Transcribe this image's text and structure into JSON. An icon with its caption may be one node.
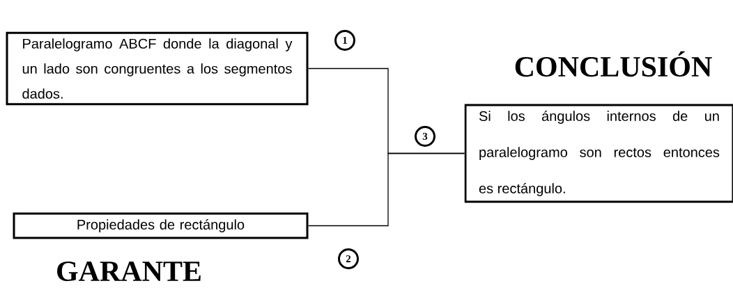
{
  "diagram": {
    "nodes": [
      {
        "text": [
          "Paralelogramo ABCF donde la diagonal y un lado son congruentes a los segmentos dados."
        ]
      },
      {
        "text": [
          "Propiedades de rectángulo",
          "GARANTE"
        ]
      },
      {
        "text": [
          "CONCLUSIÓN",
          "Si los ángulos internos de un paralelogramo son rectos entonces es rectángulo."
        ]
      }
    ],
    "edges": [
      {
        "from": 0,
        "to": 2,
        "arrow": "none"
      },
      {
        "from": 1,
        "to": 2,
        "arrow": "none"
      }
    ],
    "labels": [
      "1",
      "3",
      "2"
    ]
  }
}
